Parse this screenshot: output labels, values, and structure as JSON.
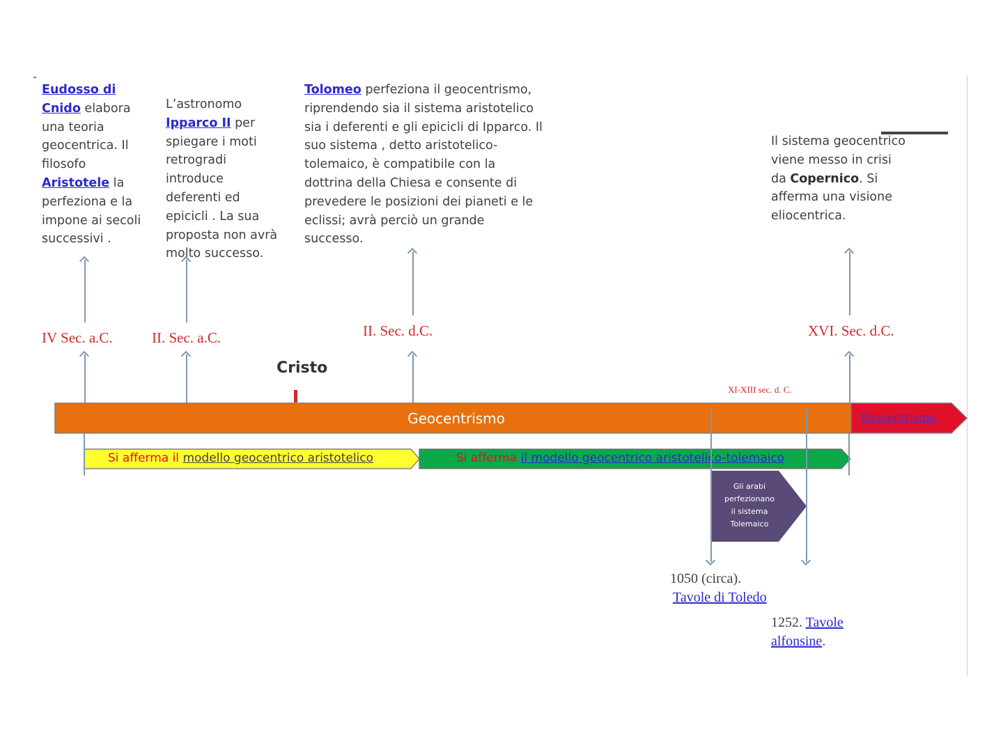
{
  "notes": {
    "eudosso": {
      "link1": "Eudosso di",
      "link2": "Cnido",
      "text1": " elabora",
      "text2": "una  teoria",
      "text3": "geocentrica.  Il",
      "text4": "filosofo",
      "link3": "Aristotele",
      "text5": " la",
      "text6": "perfeziona e la",
      "text7": "impone ai secoli",
      "text8": "successivi ."
    },
    "ipparco": {
      "text1": "L’astronomo",
      "link1": "Ipparco II",
      "text2": " per",
      "text3": "spiegare i moti",
      "text4": "retrogradi",
      "text5": "introduce",
      "text6": "deferenti ed",
      "text7": "epicicli . La sua",
      "text8": "proposta non avrà",
      "text9": "molto successo."
    },
    "tolomeo": {
      "link1": "Tolomeo",
      "text1": " perfeziona il geocentrismo,",
      "text2": "riprendendo  sia il sistema aristotelico",
      "text3": "sia i deferenti e gli epicicli di Ipparco. Il",
      "text4": "suo sistema , detto aristotelico-",
      "text5": "tolemaico, è  compatibile con la",
      "text6": "dottrina della Chiesa e consente di",
      "text7": "prevedere le posizioni dei pianeti e le",
      "text8": "eclissi; avrà perciò un grande",
      "text9": "successo."
    },
    "copernico": {
      "text1": "Il sistema geocentrico",
      "text2": "viene messo in crisi",
      "text3a": "da ",
      "bold1": "Copernico",
      "text3b": ". Si",
      "text4": "afferma una visione",
      "text5": "eliocentrica."
    }
  },
  "eras": {
    "e1": "IV Sec. a.C.",
    "e2": "II. Sec. a.C.",
    "e3": "II. Sec. d.C.",
    "e4": "XVI. Sec. d.C.",
    "e5": "XI-XIII sec. d. C."
  },
  "cristo": "Cristo",
  "bars": {
    "geocentrismo": "Geocentrismo",
    "eliocentrismo": "Eliocentrismo",
    "aristotelico_prefix": "Si afferma il ",
    "aristotelico_link": "modello geocentrico aristotelico",
    "tolemaico_prefix": "Si afferma ",
    "tolemaico_link": "il modello geocentrico aristotelico-tolemaico",
    "arabi": [
      "Gli arabi",
      "perfezionano",
      "il sistema",
      "Tolemaico"
    ]
  },
  "events": {
    "toledo_date": "1050 (circa).",
    "toledo_link": "Tavole di Toledo",
    "alfonsine_date": "1252. ",
    "alfonsine_link1": "Tavole",
    "alfonsine_link2": "alfonsine",
    "alfonsine_end": "."
  },
  "colors": {
    "geocentrismo": "#e8700f",
    "eliocentrismo": "#e0102a",
    "aristotelico": "#ffff30",
    "tolemaico": "#0ca84a",
    "arabi": "#5a4a78",
    "era": "#d02a2a",
    "link": "#2b2bd0"
  }
}
